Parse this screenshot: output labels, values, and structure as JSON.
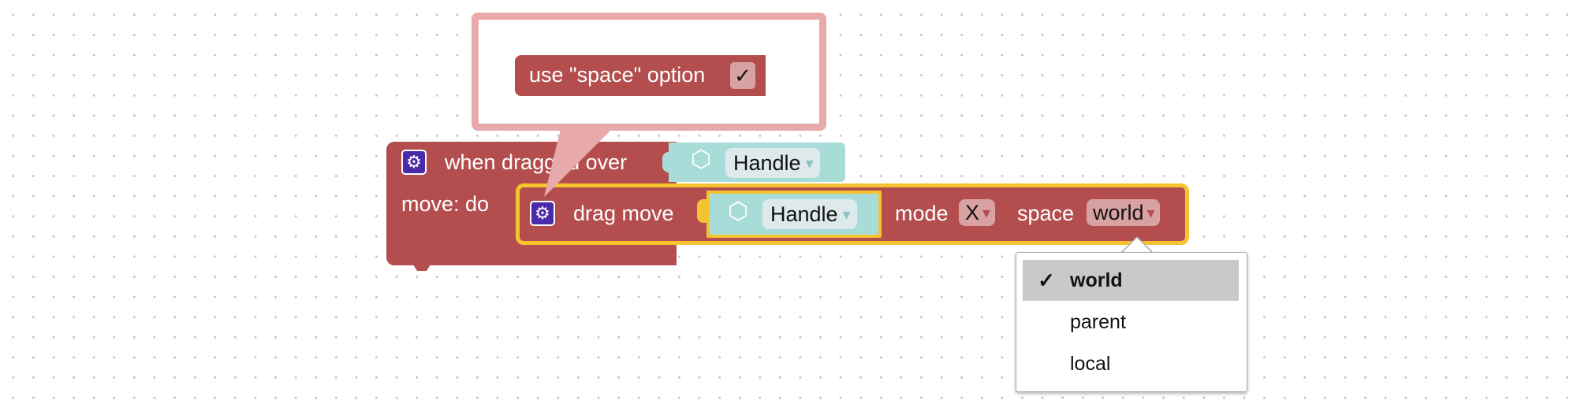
{
  "colors": {
    "block_red": "#b44e4e",
    "block_teal": "#a8dcd9",
    "selection_outline": "#f4c430",
    "mutator_bubble_border": "#e8a9ab",
    "gear_purple": "#4b2aa8"
  },
  "mutator": {
    "option_label": "use \"space\" option",
    "option_checked": "✓"
  },
  "event_block": {
    "icon": "gear-icon",
    "label_line1": "when dragged over",
    "label_line2": "move: do",
    "target": {
      "icon": "cube-icon",
      "value": "Handle",
      "arrow": "▾"
    }
  },
  "drag_block": {
    "icon": "gear-icon",
    "label": "drag move",
    "target": {
      "icon": "cube-icon",
      "value": "Handle",
      "arrow": "▾"
    },
    "mode_label": "mode",
    "mode_value": "X",
    "space_label": "space",
    "space_value": "world",
    "arrow": "▾"
  },
  "dropdown": {
    "items": [
      {
        "label": "world",
        "checked": true,
        "check": "✓"
      },
      {
        "label": "parent",
        "checked": false,
        "check": ""
      },
      {
        "label": "local",
        "checked": false,
        "check": ""
      }
    ]
  }
}
